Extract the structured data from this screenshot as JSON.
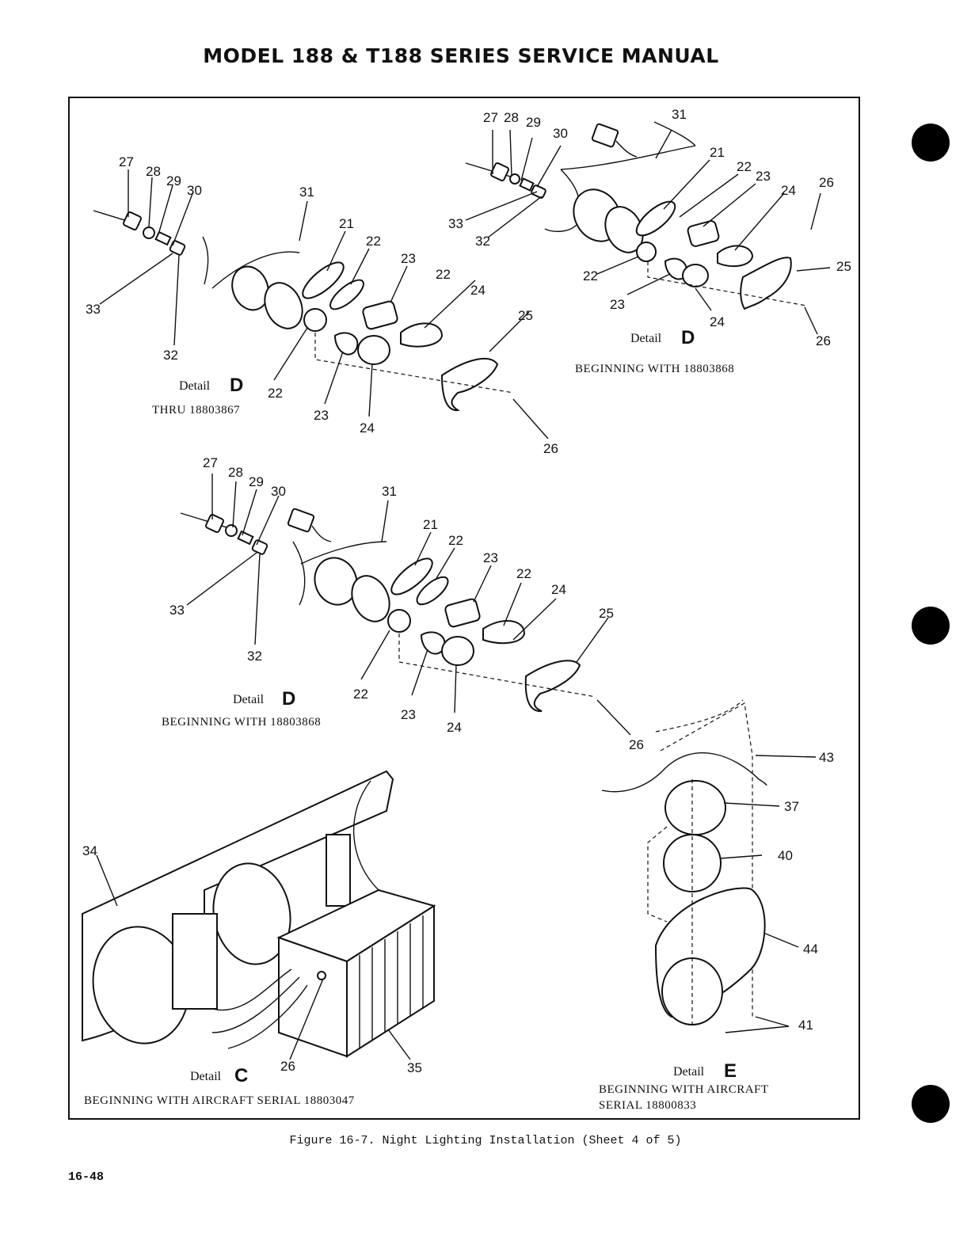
{
  "header": {
    "title": "MODEL 188 & T188 SERIES SERVICE MANUAL"
  },
  "figure": {
    "caption": "Figure 16-7.  Night Lighting Installation (Sheet 4 of 5)",
    "details": {
      "d1": {
        "word": "Detail",
        "letter": "D",
        "subtitle": "THRU 18803867"
      },
      "d2": {
        "word": "Detail",
        "letter": "D",
        "subtitle": "BEGINNING WITH 18803868"
      },
      "d3": {
        "word": "Detail",
        "letter": "D",
        "subtitle": "BEGINNING WITH 18803868"
      },
      "c": {
        "word": "Detail",
        "letter": "C",
        "subtitle": "BEGINNING WITH AIRCRAFT SERIAL 18803047"
      },
      "e": {
        "word": "Detail",
        "letter": "E",
        "subtitle_line1": "BEGINNING WITH AIRCRAFT",
        "subtitle_line2": "SERIAL 18800833"
      }
    },
    "callouts": {
      "d1": [
        "27",
        "28",
        "29",
        "30",
        "31",
        "21",
        "22",
        "23",
        "22",
        "24",
        "25",
        "33",
        "32",
        "22",
        "23",
        "24",
        "26"
      ],
      "d2": [
        "27",
        "28",
        "29",
        "30",
        "31",
        "21",
        "22",
        "23",
        "24",
        "26",
        "25",
        "33",
        "32",
        "22",
        "23",
        "24",
        "26"
      ],
      "d3": [
        "27",
        "28",
        "29",
        "30",
        "31",
        "21",
        "22",
        "23",
        "22",
        "24",
        "25",
        "33",
        "32",
        "22",
        "23",
        "24",
        "26"
      ],
      "c": [
        "34",
        "26",
        "35"
      ],
      "e": [
        "43",
        "37",
        "40",
        "44",
        "41"
      ]
    }
  },
  "footer": {
    "page_number": "16-48"
  }
}
